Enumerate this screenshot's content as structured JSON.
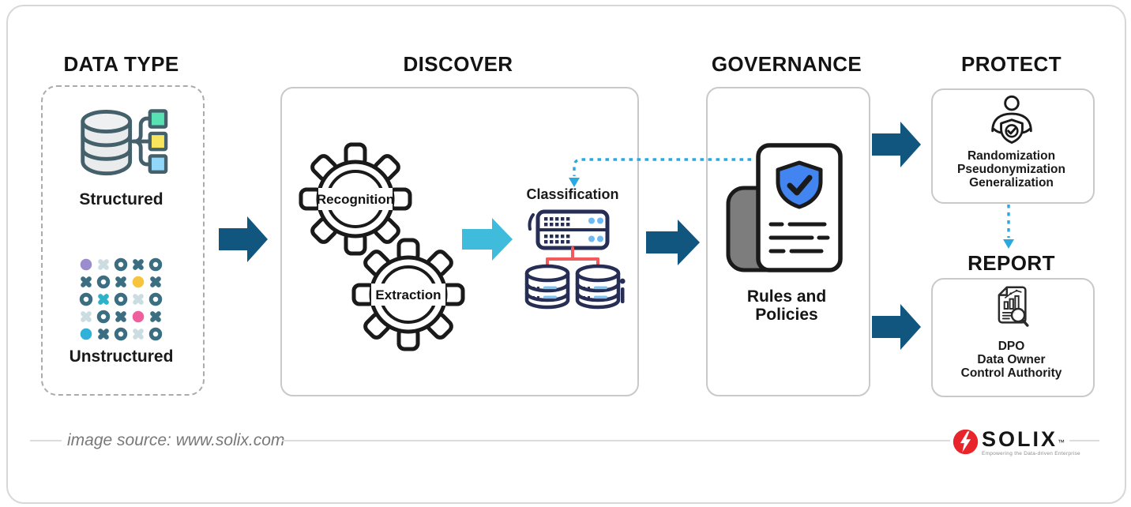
{
  "sections": {
    "data_type": {
      "title": "DATA TYPE",
      "structured_label": "Structured",
      "unstructured_label": "Unstructured",
      "structured_icon": "database-icon",
      "unstructured_icon": "scatter-pattern-icon"
    },
    "discover": {
      "title": "DISCOVER",
      "gear1_label": "Recognition",
      "gear2_label": "Extraction",
      "classification_label": "Classification",
      "classification_icon": "server-cluster-icon"
    },
    "governance": {
      "title": "GOVERNANCE",
      "label_lines": [
        "Rules and",
        "Policies"
      ],
      "icon": "rules-document-icon"
    },
    "protect": {
      "title": "PROTECT",
      "lines": [
        "Randomization",
        "Pseudonymization",
        "Generalization"
      ],
      "icon": "person-shield-icon"
    },
    "report": {
      "title": "REPORT",
      "lines": [
        "DPO",
        "Data Owner",
        "Control Authority"
      ],
      "icon": "audit-report-icon"
    }
  },
  "footer": {
    "source_text": "image source: www.solix.com",
    "brand": "SOLIX",
    "trademark": "™",
    "tagline": "Empowering the Data-driven Enterprise",
    "brand_icon": "lightning-bolt-icon"
  },
  "colors": {
    "arrow_dark_blue": "#11567f",
    "arrow_cyan": "#3fbcdc",
    "dotted_connector": "#2aa9e0",
    "shield_blue": "#4285f0",
    "brand_red": "#e8252a",
    "icon_navy": "#272e55",
    "icon_red_link": "#f15b5b",
    "icon_slate": "#44606b",
    "pattern_dark_teal": "#3c6e82",
    "pattern_light_gray": "#ccdde2",
    "pattern_purple": "#9a8ccd",
    "pattern_yellow": "#f6c43d",
    "pattern_pink": "#ef5f9e",
    "pattern_cyan": "#30b1d8"
  }
}
